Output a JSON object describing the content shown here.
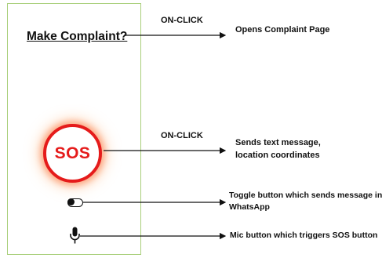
{
  "screen": {
    "make_complaint_link": "Make Complaint?",
    "sos_button": "SOS"
  },
  "annotations": {
    "onclick_1": "ON-CLICK",
    "onclick_2": "ON-CLICK",
    "complaint_desc": "Opens Complaint Page",
    "sos_desc_line1": "Sends text message,",
    "sos_desc_line2": "location coordinates",
    "toggle_desc_line1": "Toggle button which sends message in",
    "toggle_desc_line2": "WhatsApp",
    "mic_desc": "Mic button which triggers SOS button"
  },
  "icons": {
    "toggle": "toggle-switch-icon",
    "mic": "microphone-icon",
    "arrow": "arrow-right-icon"
  },
  "colors": {
    "sos_red": "#e51b1b",
    "glow": "#f79a6a",
    "phone_border": "#a9cf7b"
  }
}
